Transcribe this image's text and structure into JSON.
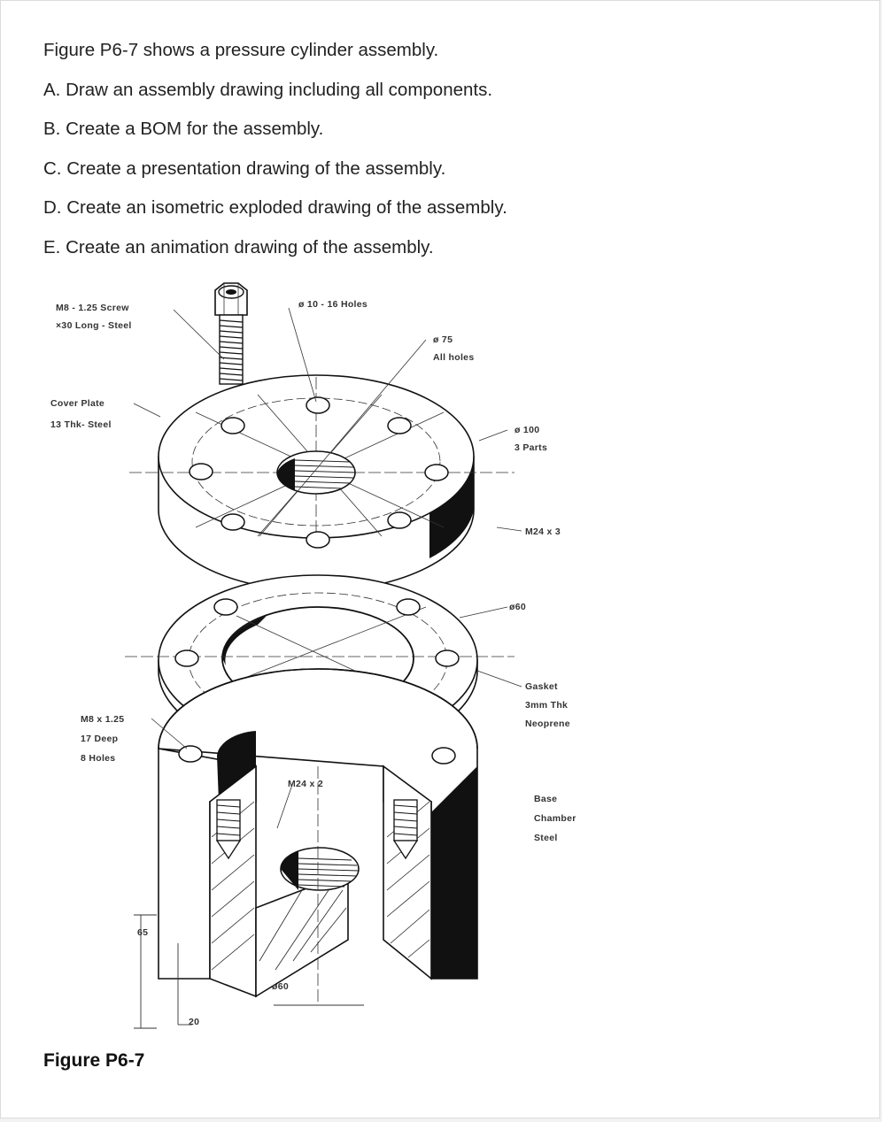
{
  "problem": {
    "intro": "Figure P6-7 shows a pressure cylinder assembly.",
    "tasks": [
      "A. Draw an assembly drawing including all components.",
      "B. Create a BOM for the assembly.",
      "C. Create a presentation drawing of the assembly.",
      "D. Create an isometric exploded drawing of the assembly.",
      "E. Create an animation drawing of the assembly."
    ]
  },
  "figure": {
    "caption": "Figure P6-7",
    "labels": {
      "screw_l1": "M8 - 1.25 Screw",
      "screw_l2": "×30 Long - Steel",
      "holes16": "ø 10 - 16 Holes",
      "dia75_l1": "ø 75",
      "dia75_l2": "All holes",
      "cover_l1": "Cover Plate",
      "cover_l2": "13 Thk- Steel",
      "dia100_l1": "ø 100",
      "dia100_l2": "3 Parts",
      "m24x3_a": "M24 x 3",
      "dia60_top": "ø60",
      "gasket_l1": "Gasket",
      "gasket_l2": "3mm Thk",
      "gasket_l3": "Neoprene",
      "m8_l1": "M8 x 1.25",
      "m8_l2": "17 Deep",
      "m8_l3": "8 Holes",
      "m24x2": "M24 x 2",
      "base_l1": "Base",
      "base_l2": "Chamber",
      "base_l3": "Steel",
      "dim65": "65",
      "dia60_bottom": "ø60",
      "dim20": "20"
    }
  }
}
